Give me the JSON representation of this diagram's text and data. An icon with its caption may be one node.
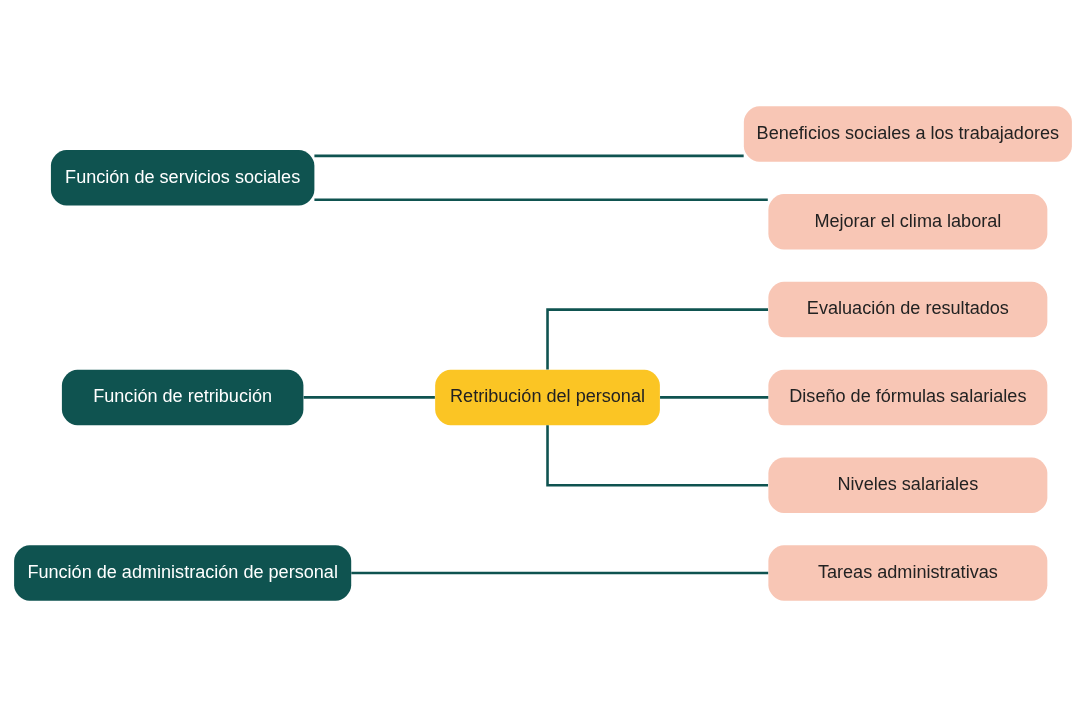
{
  "diagram": {
    "nodes": [
      {
        "text": [
          "Función de administración de personal"
        ]
      },
      {
        "text": [
          "Tareas administrativas"
        ]
      },
      {
        "text": [
          "Función de retribución"
        ]
      },
      {
        "text": [
          "Retribución del personal"
        ]
      },
      {
        "text": [
          "Evaluación de resultados"
        ]
      },
      {
        "text": [
          "Diseño de fórmulas salariales"
        ]
      },
      {
        "text": [
          "Niveles salariales"
        ]
      },
      {
        "text": [
          "Función de servicios sociales"
        ]
      },
      {
        "text": [
          "Beneficios sociales a los trabajadores"
        ]
      },
      {
        "text": [
          "Mejorar el clima laboral"
        ]
      }
    ],
    "edges": [
      {
        "from": 0,
        "to": 1,
        "arrow": "none"
      },
      {
        "from": 2,
        "to": 3,
        "arrow": "none"
      },
      {
        "from": 3,
        "to": 4,
        "arrow": "none"
      },
      {
        "from": 3,
        "to": 5,
        "arrow": "none"
      },
      {
        "from": 3,
        "to": 6,
        "arrow": "none"
      },
      {
        "from": 7,
        "to": 8,
        "arrow": "none"
      },
      {
        "from": 7,
        "to": 9,
        "arrow": "none"
      }
    ]
  }
}
